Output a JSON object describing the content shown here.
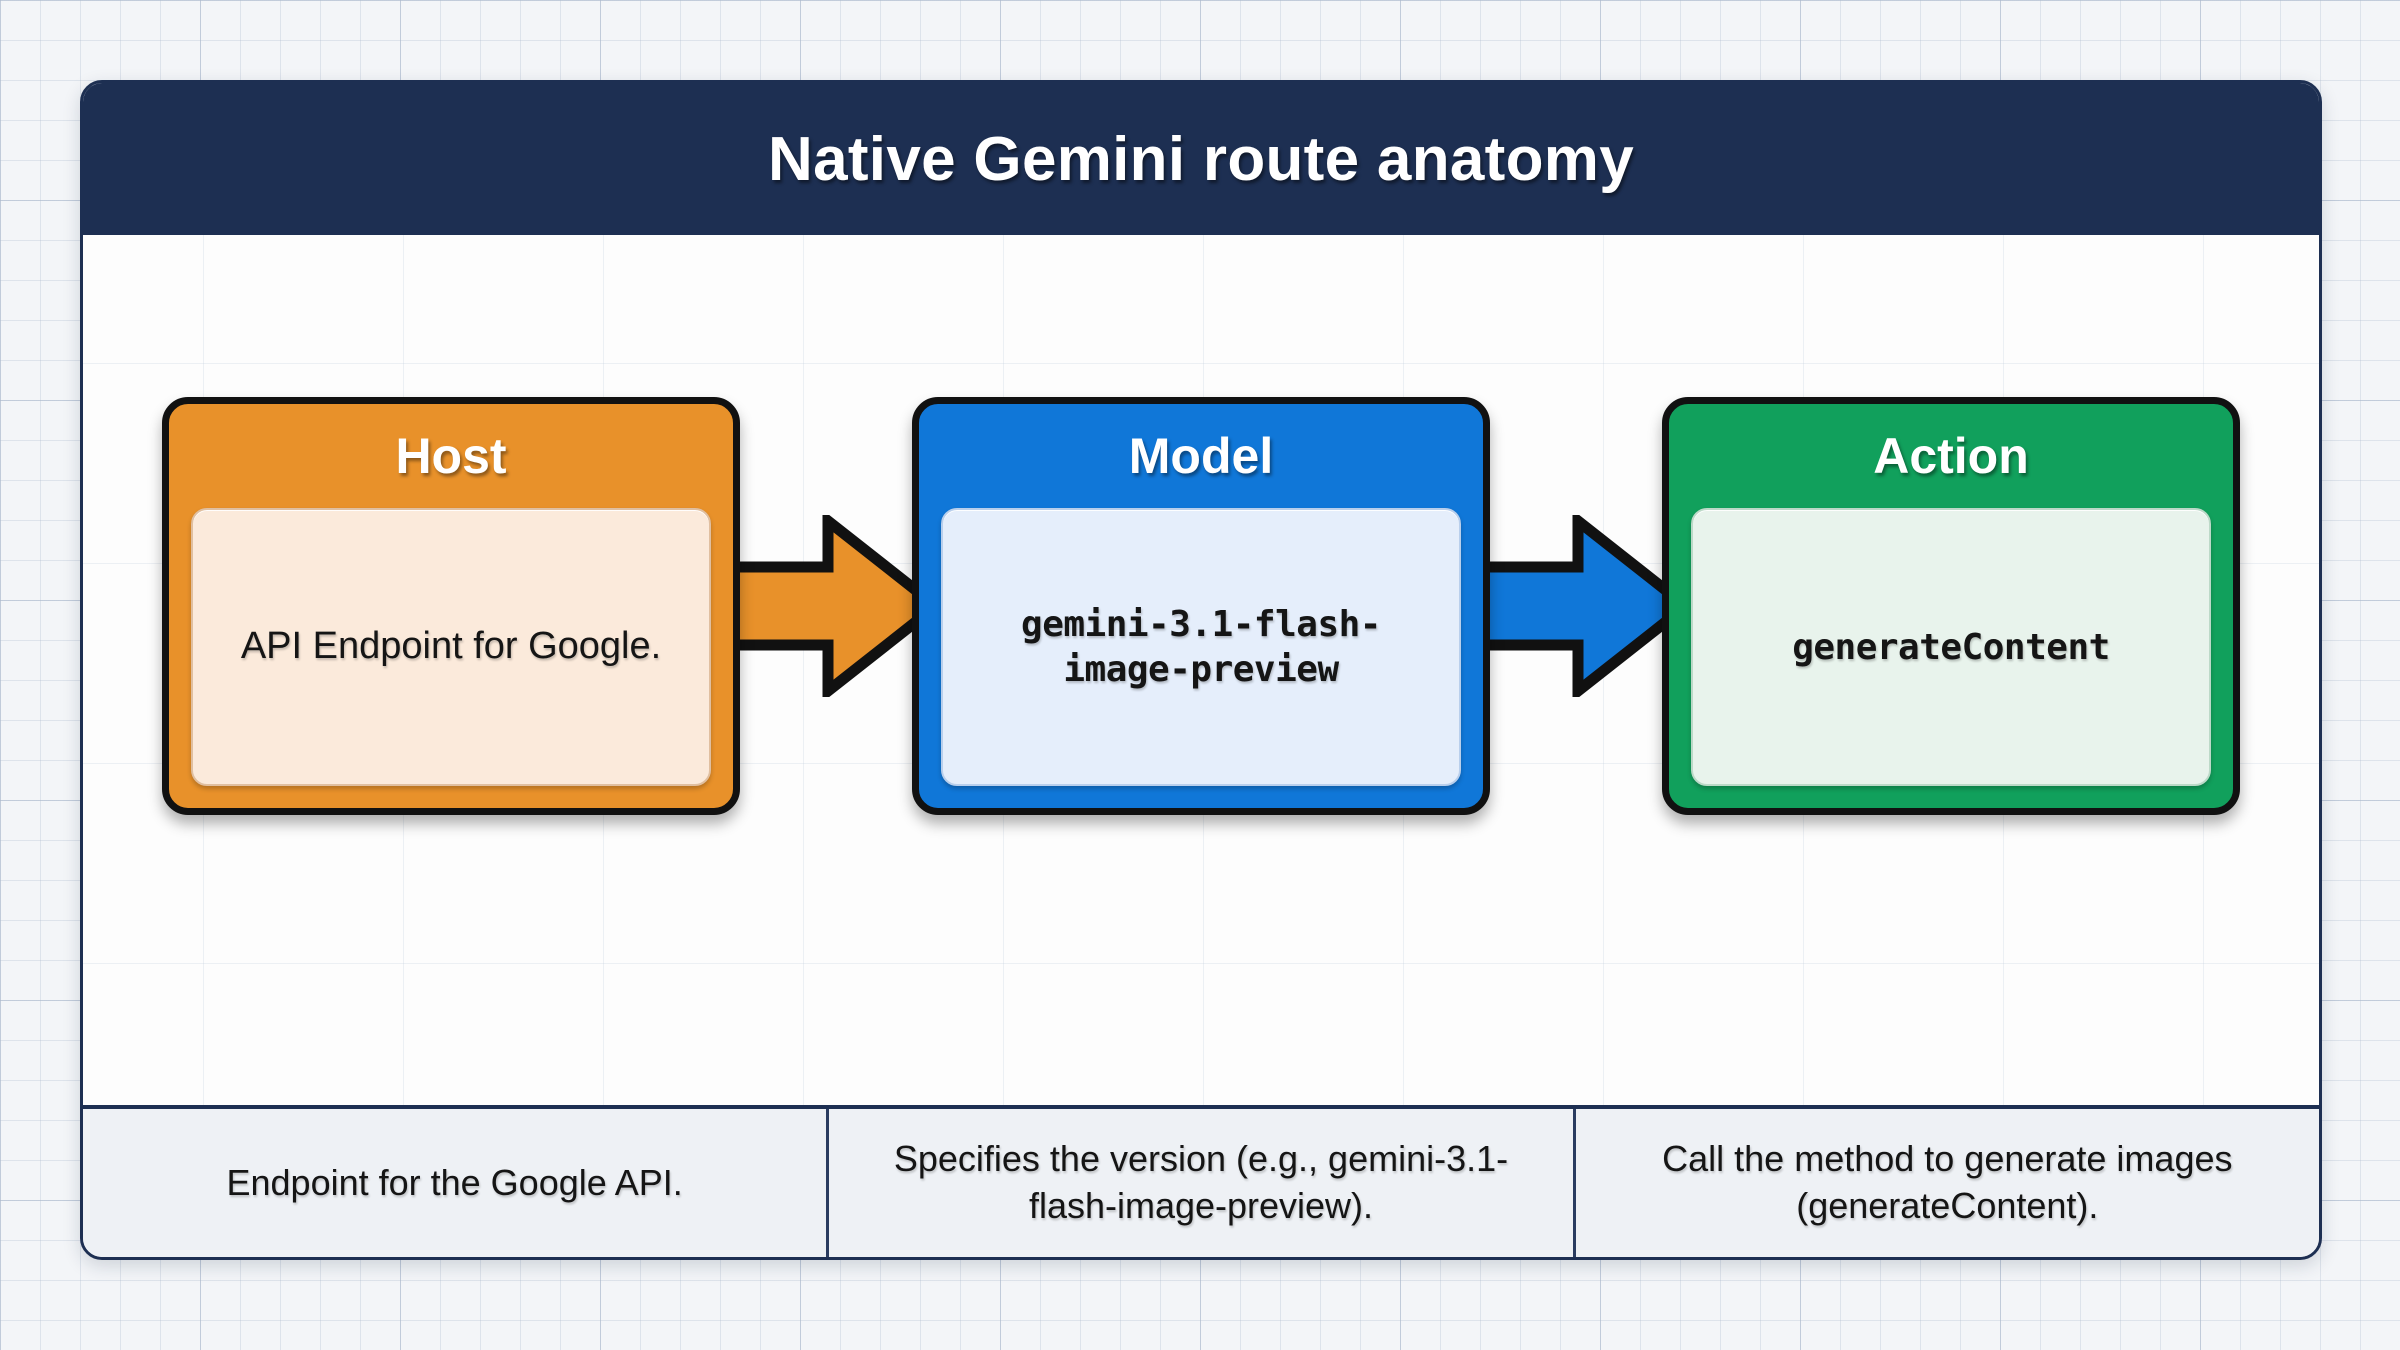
{
  "header": {
    "title": "Native Gemini route anatomy",
    "background_color": "#1d2f52",
    "text_color": "#ffffff"
  },
  "diagram": {
    "type": "flow",
    "stages": [
      {
        "label": "Host",
        "detail": "API Endpoint for Google.",
        "color": "#e8912a",
        "panel_color": "#fbeadb",
        "mono": false
      },
      {
        "label": "Model",
        "detail": "gemini-3.1-flash-image-preview",
        "color": "#1077d8",
        "panel_color": "#e5eefb",
        "mono": true
      },
      {
        "label": "Action",
        "detail": "generateContent",
        "color": "#11a05c",
        "panel_color": "#e8f3ec",
        "mono": true
      }
    ],
    "arrows": [
      {
        "name": "arrow-host-to-model",
        "color": "#e8912a",
        "direction": "right"
      },
      {
        "name": "arrow-model-to-action",
        "color": "#1077d8",
        "direction": "right"
      }
    ]
  },
  "captions": [
    "Endpoint for the Google API.",
    "Specifies the version (e.g., gemini-3.1-flash-image-preview).",
    "Call the method to generate images (generateContent)."
  ],
  "colors": {
    "canvas_background": "#fdfdfd",
    "page_background": "#f3f5f8",
    "caption_background": "#eef1f5",
    "outline": "#111111",
    "card_border": "#1d2f52"
  }
}
